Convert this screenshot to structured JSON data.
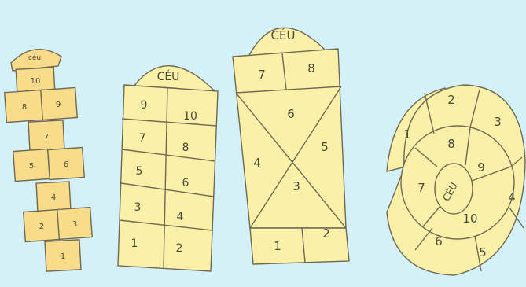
{
  "colors": {
    "background": "#d3f1f7",
    "cell_fill": "#fbf0a8",
    "cell_fill_small": "#f8dc8a",
    "cell_stroke": "#6f6a55",
    "text": "#4a4a3a"
  },
  "grid1": {
    "sky": "céu",
    "cells": [
      "10",
      "8",
      "9",
      "7",
      "5",
      "6",
      "4",
      "2",
      "3",
      "1"
    ]
  },
  "grid2": {
    "sky": "CÉU",
    "cells": [
      "9",
      "10",
      "7",
      "8",
      "5",
      "6",
      "3",
      "4",
      "1",
      "2"
    ]
  },
  "grid3": {
    "sky": "CÉU",
    "cells": [
      "7",
      "8",
      "6",
      "4",
      "5",
      "3",
      "1",
      "2"
    ]
  },
  "grid4": {
    "sky": "CÉU",
    "cells": [
      "1",
      "2",
      "3",
      "8",
      "9",
      "7",
      "4",
      "10",
      "6",
      "5"
    ]
  }
}
